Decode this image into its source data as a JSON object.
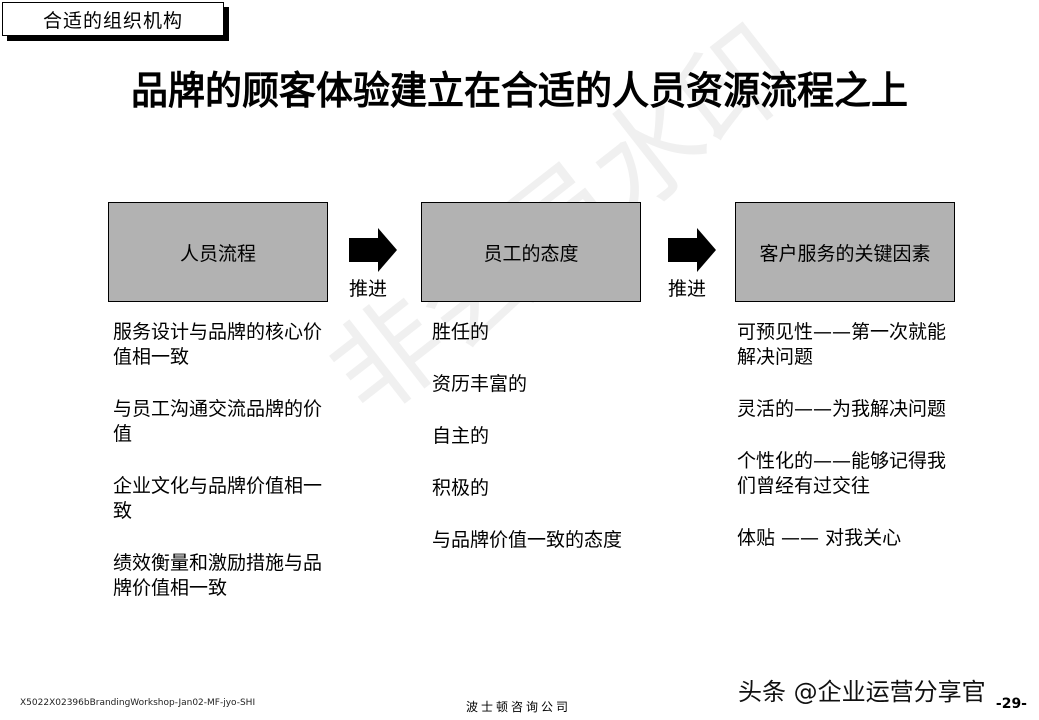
{
  "section_tag": "合适的组织机构",
  "title": "品牌的顾客体验建立在合适的人员资源流程之上",
  "watermark": "非会员水印",
  "flow": {
    "boxes": [
      {
        "label": "人员流程"
      },
      {
        "label": "员工的态度"
      },
      {
        "label": "客户服务的关键因素"
      }
    ],
    "arrows": [
      {
        "label": "推进",
        "icon": "right-arrow-icon"
      },
      {
        "label": "推进",
        "icon": "right-arrow-icon"
      }
    ]
  },
  "columns": [
    {
      "items": [
        "服务设计与品牌的核心价值相一致",
        "与员工沟通交流品牌的价值",
        "企业文化与品牌价值相一致",
        "绩效衡量和激励措施与品牌价值相一致"
      ]
    },
    {
      "items": [
        "胜任的",
        "资历丰富的",
        "自主的",
        "积极的",
        "与品牌价值一致的态度"
      ]
    },
    {
      "items": [
        "可预见性——第一次就能解决问题",
        "灵活的——为我解决问题",
        "个性化的——能够记得我们曾经有过交往",
        "体贴 —— 对我关心"
      ]
    }
  ],
  "footer": {
    "left": "X5022X02396bBrandingWorkshop-Jan02-MF-jyo-SHI",
    "center": "波士顿咨询公司",
    "page": "-29-",
    "credit": "头条 @企业运营分享官"
  },
  "colors": {
    "box_fill": "#b2b2b2",
    "text": "#000000",
    "background": "#ffffff"
  }
}
